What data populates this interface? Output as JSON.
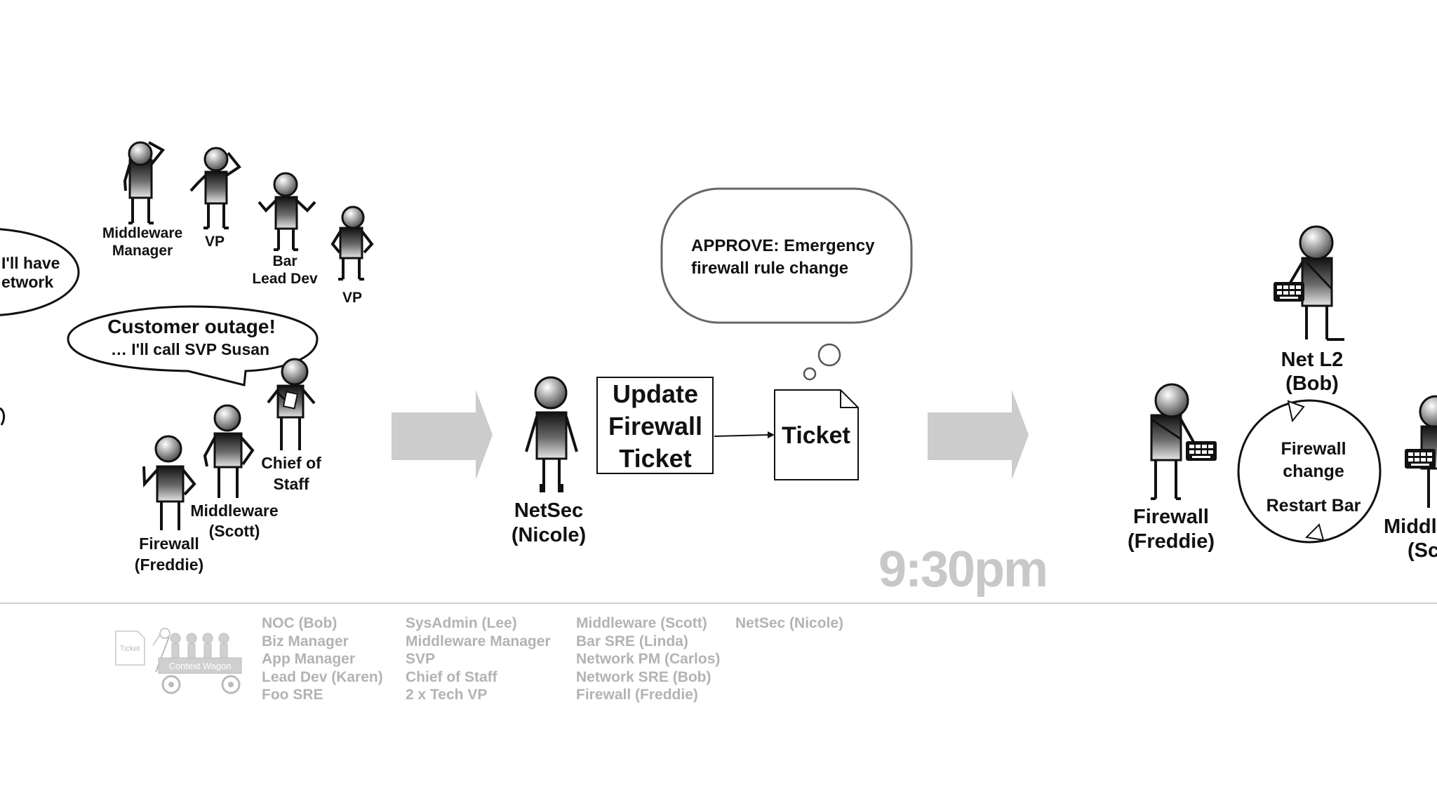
{
  "scene_left": {
    "cut_bubble_lines": [
      "I'll have",
      "etwork"
    ],
    "people": [
      {
        "label_lines": [
          "Middleware",
          "Manager"
        ]
      },
      {
        "label_lines": [
          "VP"
        ]
      },
      {
        "label_lines": [
          "Bar",
          "Lead Dev"
        ]
      },
      {
        "label_lines": [
          "VP"
        ]
      },
      {
        "label_lines": [
          "Chief of",
          "Staff"
        ]
      },
      {
        "label_lines": [
          "Middleware",
          "(Scott)"
        ]
      },
      {
        "label_lines": [
          "Firewall",
          "(Freddie)"
        ]
      }
    ],
    "speech_bubble": {
      "line1": "Customer outage!",
      "line2": "… I'll call SVP Susan"
    }
  },
  "scene_middle": {
    "person_label_lines": [
      "NetSec",
      "(Nicole)"
    ],
    "task_box_lines": [
      "Update",
      "Firewall",
      "Ticket"
    ],
    "ticket_label": "Ticket",
    "thought_lines": [
      "APPROVE: Emergency",
      "firewall rule change"
    ],
    "time_label": "9:30pm"
  },
  "scene_right": {
    "people": [
      {
        "label_lines": [
          "Net L2",
          "(Bob)"
        ]
      },
      {
        "label_lines": [
          "Firewall",
          "(Freddie)"
        ]
      },
      {
        "label_lines": [
          "Middl",
          "(Sc"
        ]
      }
    ],
    "cycle_lines": [
      "Firewall",
      "change",
      "Restart Bar"
    ]
  },
  "legend": {
    "wagon_ticket_label": "Ticket",
    "wagon_label": "Context Wagon",
    "columns": [
      [
        "NOC (Bob)",
        "Biz Manager",
        "App Manager",
        "Lead Dev (Karen)",
        "Foo SRE"
      ],
      [
        "SysAdmin (Lee)",
        "Middleware Manager",
        "SVP",
        "Chief of Staff",
        "2 x Tech VP"
      ],
      [
        "Middleware (Scott)",
        "Bar SRE (Linda)",
        "Network PM (Carlos)",
        "Network SRE (Bob)",
        "Firewall (Freddie)"
      ],
      [
        "NetSec (Nicole)"
      ]
    ]
  },
  "colors": {
    "arrow_gray": "#cccccc",
    "legend_gray": "#b3b3b3",
    "time_gray": "#c8c8c8"
  }
}
